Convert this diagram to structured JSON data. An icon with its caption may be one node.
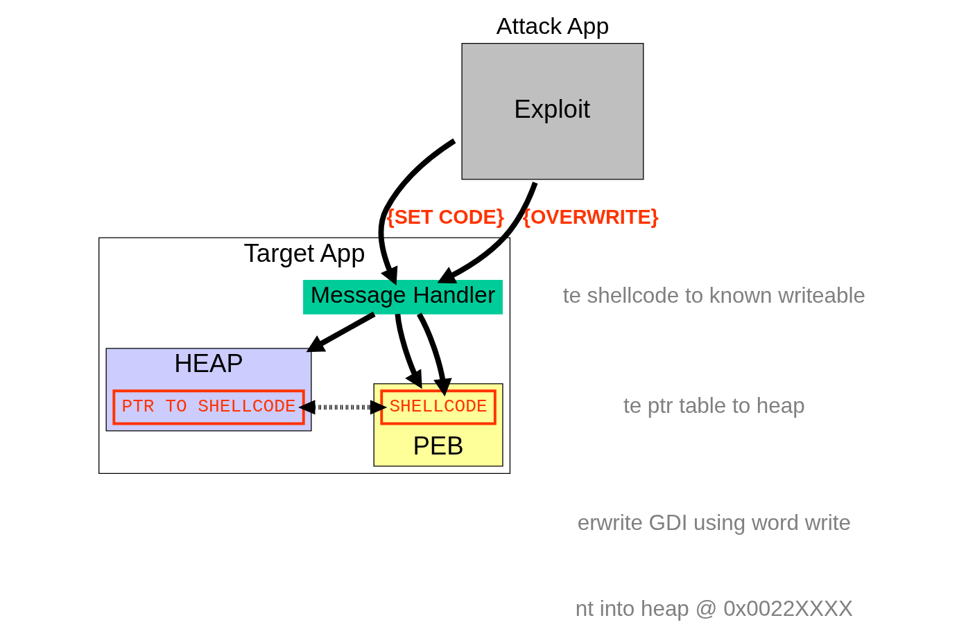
{
  "diagram": {
    "nodes": [
      {
        "text": [
          "Attack App",
          "Exploit"
        ]
      },
      {
        "text": [
          "Target App"
        ]
      },
      {
        "text": [
          "HEAP"
        ],
        "in": 1
      },
      {
        "text": [
          "PTR TO SHELLCODE"
        ],
        "in": 2
      },
      {
        "text": [
          "Message Handler"
        ],
        "in": 1
      },
      {
        "text": [
          "PEB"
        ],
        "in": 1
      },
      {
        "text": [
          "SHELLCODE"
        ],
        "in": 5
      }
    ],
    "edges": [
      {
        "from": 0,
        "to": 4,
        "arrow": "to",
        "label": "{SET CODE}"
      },
      {
        "from": 0,
        "to": 4,
        "arrow": "to",
        "label": "{OVERWRITE}"
      },
      {
        "from": 4,
        "to": 2,
        "arrow": "to"
      },
      {
        "from": 4,
        "to": 5,
        "arrow": "to"
      },
      {
        "from": 4,
        "to": 6,
        "arrow": "to"
      },
      {
        "from": 3,
        "to": 6,
        "arrow": "to",
        "style": "dashed"
      },
      {
        "from": 5,
        "to": 3,
        "arrow": "to",
        "style": "dashed"
      }
    ],
    "labels": [
      "te shellcode to known writeable",
      "te ptr table to heap",
      "erwrite GDI using word write",
      "nt into heap @ 0x0022XXXX"
    ]
  }
}
